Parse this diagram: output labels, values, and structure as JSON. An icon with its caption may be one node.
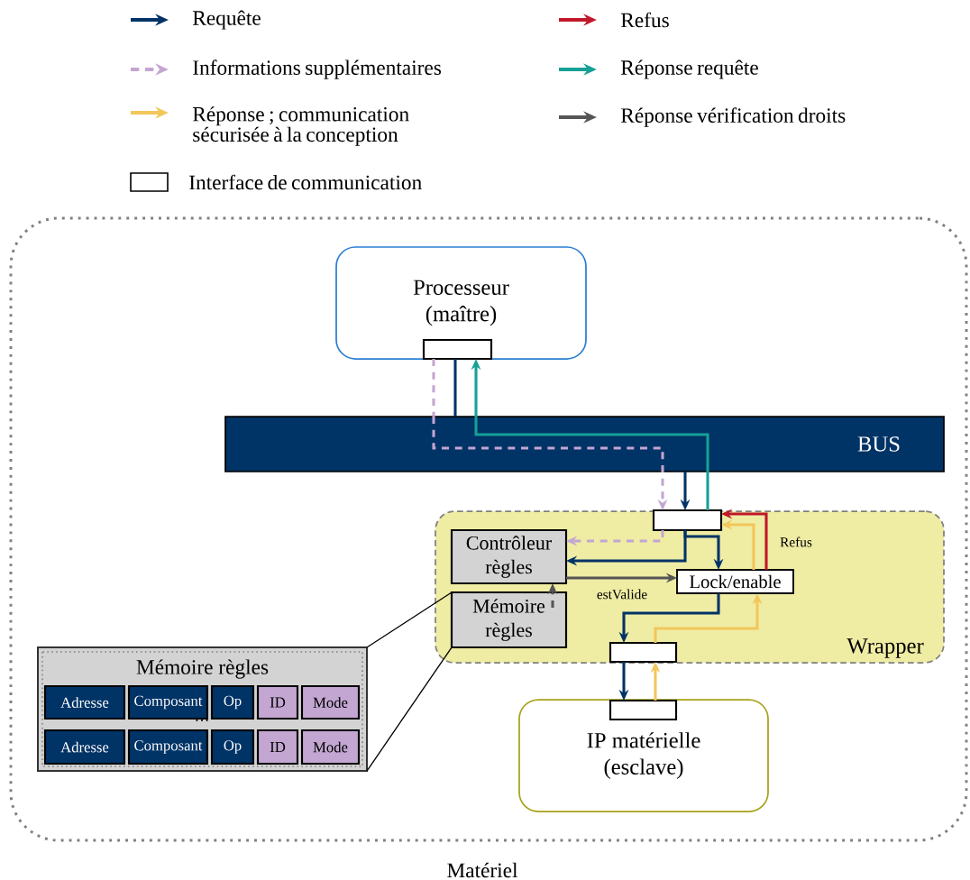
{
  "diagram": {
    "nodes": [
      {
        "text": [
          "Matériel"
        ]
      },
      {
        "text": [
          "Processeur (maître)"
        ],
        "in": 0
      },
      {
        "text": [],
        "shape": "box",
        "in": 1
      },
      {
        "text": [
          "BUS"
        ],
        "in": 0
      },
      {
        "text": [
          "Wrapper"
        ],
        "in": 0
      },
      {
        "text": [],
        "shape": "box",
        "in": 4
      },
      {
        "text": [
          "Contrôleur règles"
        ],
        "in": 4
      },
      {
        "text": [
          "Mémoire règles"
        ],
        "in": 4
      },
      {
        "text": [
          "Lock/enable"
        ],
        "in": 4
      },
      {
        "text": [],
        "shape": "box",
        "in": 4
      },
      {
        "text": [
          "IP matérielle (esclave)"
        ],
        "in": 0
      },
      {
        "text": [],
        "shape": "box",
        "in": 10
      },
      {
        "text": [
          "Mémoire règles"
        ],
        "in": 0
      },
      {
        "text": [
          "Adresse"
        ],
        "in": 12
      },
      {
        "text": [
          "Composant"
        ],
        "in": 12
      },
      {
        "text": [
          "Op"
        ],
        "in": 12
      },
      {
        "text": [
          "ID"
        ],
        "in": 12
      },
      {
        "text": [
          "Mode"
        ],
        "in": 12
      },
      {
        "text": [
          "Adresse"
        ],
        "in": 12
      },
      {
        "text": [
          "Composant"
        ],
        "in": 12
      },
      {
        "text": [
          "Op"
        ],
        "in": 12
      },
      {
        "text": [
          "ID"
        ],
        "in": 12
      },
      {
        "text": [
          "Mode"
        ],
        "in": 12
      }
    ],
    "edges": [
      {
        "from": 2,
        "to": 3,
        "arrow": "none",
        "color": "#003366"
      },
      {
        "from": 3,
        "to": 5,
        "arrow": "to",
        "color": "#003366"
      },
      {
        "from": 2,
        "to": 3,
        "arrow": "none",
        "style": "dashed",
        "color": "#c3a6d1"
      },
      {
        "from": 3,
        "to": 5,
        "arrow": "to",
        "style": "dashed",
        "color": "#c3a6d1"
      },
      {
        "from": 5,
        "to": 3,
        "arrow": "none",
        "color": "#16a096"
      },
      {
        "from": 3,
        "to": 2,
        "arrow": "to",
        "color": "#16a096"
      },
      {
        "from": 5,
        "to": 6,
        "arrow": "to",
        "style": "dashed",
        "color": "#c3a6d1"
      },
      {
        "from": 5,
        "to": 6,
        "arrow": "to",
        "color": "#003366"
      },
      {
        "from": 5,
        "to": 8,
        "arrow": "to",
        "color": "#003366"
      },
      {
        "from": 8,
        "to": 5,
        "arrow": "to",
        "color": "#c0182a",
        "label": "Refus"
      },
      {
        "from": 9,
        "to": 8,
        "arrow": "to",
        "color": "#f2c65a"
      },
      {
        "from": 8,
        "to": 5,
        "arrow": "to",
        "color": "#f2c65a"
      },
      {
        "from": 6,
        "to": 8,
        "arrow": "to",
        "color": "#555555",
        "label": "estValide"
      },
      {
        "from": 7,
        "to": 6,
        "arrow": "to",
        "style": "dashed",
        "color": "#555555"
      },
      {
        "from": 8,
        "to": 9,
        "arrow": "to",
        "color": "#003366"
      },
      {
        "from": 9,
        "to": 11,
        "arrow": "to",
        "color": "#003366"
      },
      {
        "from": 11,
        "to": 9,
        "arrow": "to",
        "color": "#f2c65a"
      },
      {
        "from": 7,
        "to": 12,
        "arrow": "none",
        "color": "#000000"
      },
      {
        "from": 7,
        "to": 12,
        "arrow": "none",
        "color": "#000000"
      }
    ],
    "labels": [
      "…"
    ],
    "legend": [
      {
        "text": "Requête"
      },
      {
        "text": "Refus"
      },
      {
        "text": "Informations supplémentaires"
      },
      {
        "text": "Réponse requête"
      },
      {
        "text": "Réponse ; communication sécurisée à la conception"
      },
      {
        "text": "Réponse vérification droits"
      },
      {
        "text": "Interface de communication"
      }
    ]
  }
}
